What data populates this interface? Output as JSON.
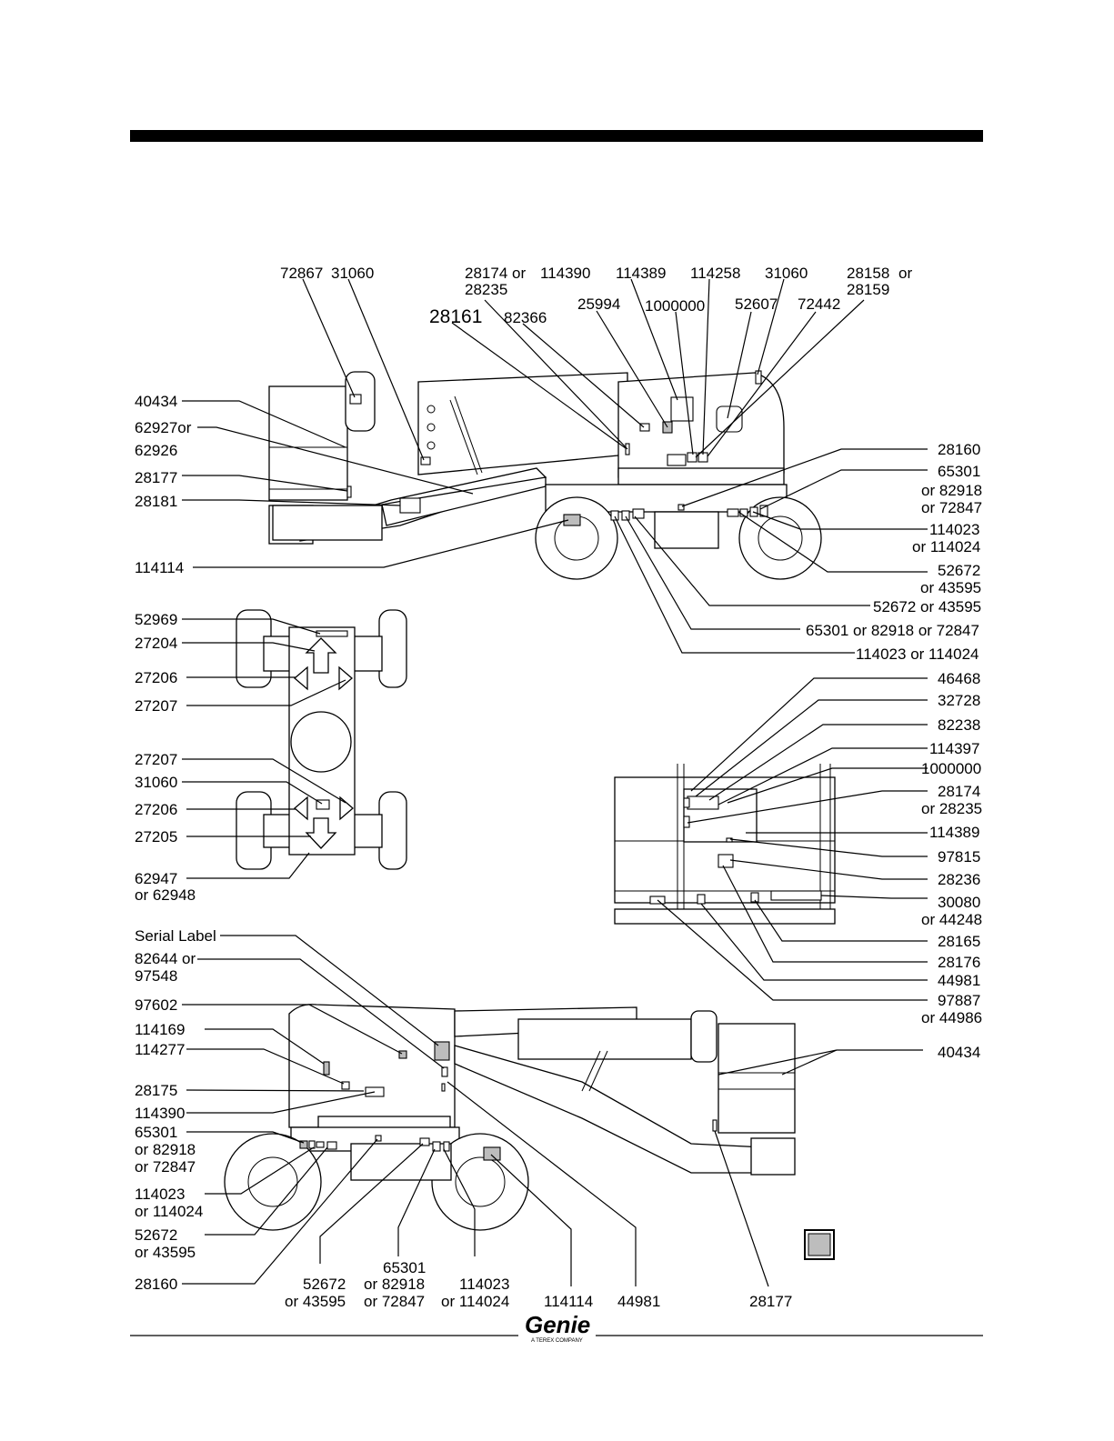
{
  "logo": {
    "brand": "Genie",
    "tagline": "A TEREX COMPANY"
  },
  "legend": {
    "swatch_color": "#bdbdbd"
  },
  "colors": {
    "ink": "#000000",
    "paper": "#ffffff",
    "rule": "#000000"
  },
  "labels": {
    "side_view_top": [
      "72867",
      "31060",
      "28174 or",
      "28235",
      "114390",
      "114389",
      "114258",
      "31060",
      "28158",
      "or",
      "28159",
      "28161",
      "82366",
      "25994",
      "1000000",
      "52607",
      "72442"
    ],
    "side_view_left": [
      "40434",
      "62927or",
      "62926",
      "28177",
      "28181",
      "114114"
    ],
    "side_view_right": [
      "28160",
      "65301",
      "or 82918",
      "or 72847",
      "114023",
      "or 114024",
      "52672",
      "or 43595",
      "52672 or 43595",
      "65301 or 82918 or 72847",
      "114023 or 114024"
    ],
    "top_view_left": [
      "52969",
      "27204",
      "27206",
      "27207",
      "27207",
      "31060",
      "27206",
      "27205",
      "62947",
      "or 62948"
    ],
    "platform_right": [
      "46468",
      "32728",
      "82238",
      "114397",
      "1000000",
      "28174",
      "or 28235",
      "114389",
      "97815",
      "28236",
      "30080",
      "or 44248",
      "28165",
      "28176",
      "44981",
      "97887",
      "or 44986",
      "40434"
    ],
    "lower_view_left": [
      "Serial Label",
      "82644 or",
      "97548",
      "97602",
      "114169",
      "114277",
      "28175",
      "114390",
      "65301",
      "or 82918",
      "or 72847",
      "114023",
      "or 114024",
      "52672",
      "or 43595",
      "28160"
    ],
    "lower_view_bottom": [
      "52672",
      "or 43595",
      "65301",
      "or 82918",
      "or 72847",
      "114023",
      "or 114024",
      "114114",
      "44981",
      "28177"
    ]
  }
}
